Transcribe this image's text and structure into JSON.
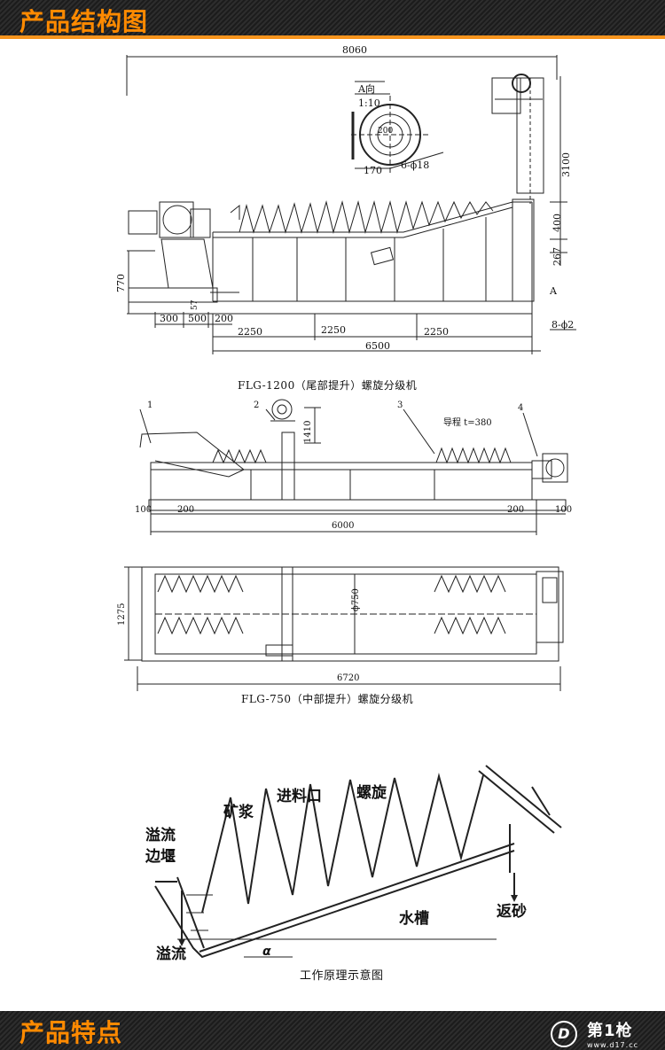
{
  "header_top": {
    "title": "产品结构图"
  },
  "header_bottom": {
    "title": "产品特点"
  },
  "logo": {
    "name": "第1枪",
    "url_text": "www.d17.cc"
  },
  "drawing1": {
    "caption": "FLG-1200（尾部提升）螺旋分级机",
    "dims": {
      "total": "8060",
      "height": "3100",
      "h770": "770",
      "h400": "400",
      "h267": "267",
      "h57": "57",
      "d300": "300",
      "d500": "500",
      "d200": "200",
      "s1": "2250",
      "s2": "2250",
      "s3": "2250",
      "len": "6500",
      "holes": "8-ϕ2"
    },
    "detail": {
      "dir": "A向",
      "scale": "1:10",
      "dia": "200",
      "dist": "170",
      "holes": "6-ϕ18"
    },
    "a_mark": "A"
  },
  "drawing2": {
    "caption": "FLG-750（中部提升）螺旋分级机",
    "labels": [
      "1",
      "2",
      "3",
      "4"
    ],
    "pitch": "导程 t=380",
    "dims": {
      "h1410": "1410",
      "d100a": "100",
      "d200a": "200",
      "d200b": "200",
      "d100b": "100",
      "len": "6000",
      "width": "1275",
      "dia": "ϕ750",
      "total": "6720"
    }
  },
  "drawing3": {
    "caption": "工作原理示意图",
    "labels": {
      "feed": "进料口",
      "spiral": "螺旋",
      "slurry": "矿浆",
      "weir1": "溢流",
      "weir2": "边堰",
      "tank": "水槽",
      "sand": "返砂",
      "overflow": "溢流",
      "angle": "α"
    }
  }
}
